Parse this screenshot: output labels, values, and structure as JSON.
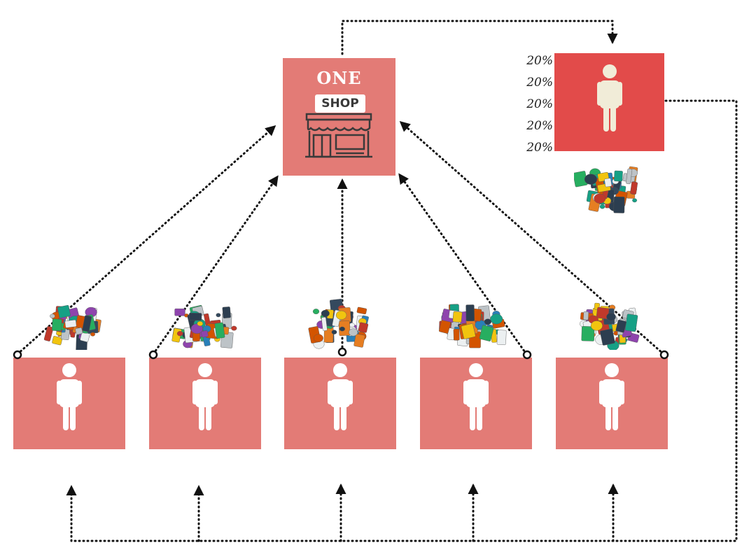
{
  "shop": {
    "title": "ONE",
    "sign": "SHOP"
  },
  "leader": {
    "percentages": [
      "20%",
      "20%",
      "20%",
      "20%",
      "20%"
    ]
  },
  "members": [
    {
      "id": 1
    },
    {
      "id": 2
    },
    {
      "id": 3
    },
    {
      "id": 4
    },
    {
      "id": 5
    }
  ],
  "colors": {
    "member_box": "#e37b76",
    "shop_box": "#e37b76",
    "leader_box": "#e24b4a",
    "member_icon": "#ffffff",
    "leader_icon": "#f1ecd8",
    "connector": "#111111"
  },
  "icons": {
    "person": "person-icon",
    "store": "store-front-icon",
    "goods": "grocery-pile-icon"
  }
}
